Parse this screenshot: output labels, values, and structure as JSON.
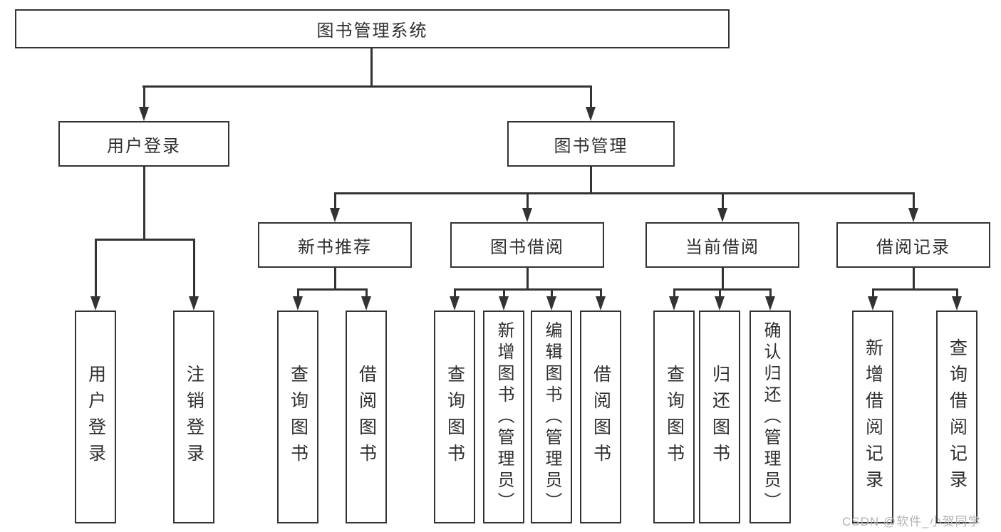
{
  "diagram": {
    "type": "hierarchy-tree",
    "orientation": "top-down",
    "colors": {
      "line": "#333333",
      "box_border": "#333333",
      "text": "#2f2f2f",
      "background": "#ffffff",
      "watermark": "#b2b2b2"
    }
  },
  "nodes": {
    "root": {
      "label": "图书管理系统"
    },
    "level2": [
      {
        "label": "用户登录"
      },
      {
        "label": "图书管理"
      }
    ],
    "level3": [
      {
        "label": "新书推荐",
        "parent": "图书管理"
      },
      {
        "label": "图书借阅",
        "parent": "图书管理"
      },
      {
        "label": "当前借阅",
        "parent": "图书管理"
      },
      {
        "label": "借阅记录",
        "parent": "图书管理"
      }
    ],
    "leaves": [
      {
        "label": "用户登录",
        "parent": "用户登录"
      },
      {
        "label": "注销登录",
        "parent": "用户登录"
      },
      {
        "label": "查询图书",
        "parent": "新书推荐"
      },
      {
        "label": "借阅图书",
        "parent": "新书推荐"
      },
      {
        "label": "查询图书",
        "parent": "图书借阅"
      },
      {
        "label": "新增图书（管理员）",
        "parent": "图书借阅"
      },
      {
        "label": "编辑图书（管理员）",
        "parent": "图书借阅"
      },
      {
        "label": "借阅图书",
        "parent": "图书借阅"
      },
      {
        "label": "查询图书",
        "parent": "当前借阅"
      },
      {
        "label": "归还图书",
        "parent": "当前借阅"
      },
      {
        "label": "确认归还（管理员）",
        "parent": "当前借阅"
      },
      {
        "label": "新增借阅记录",
        "parent": "借阅记录"
      },
      {
        "label": "查询借阅记录",
        "parent": "借阅记录"
      }
    ]
  },
  "watermark": "CSDN @软件_小贺同学"
}
